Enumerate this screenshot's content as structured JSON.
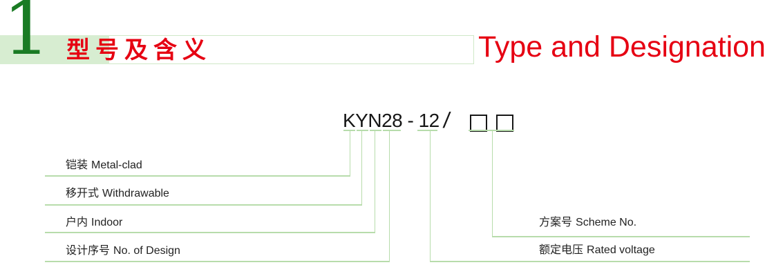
{
  "page": {
    "section_number": "1",
    "title_zh": "型号及含义",
    "title_en": "Type and Designation"
  },
  "designation": {
    "model": "KYN28 - 12",
    "separator": "/",
    "placeholder_box_count": 2
  },
  "labels": {
    "left": [
      {
        "zh": "铠装",
        "en": "Metal-clad"
      },
      {
        "zh": "移开式",
        "en": "Withdrawable"
      },
      {
        "zh": "户内",
        "en": "Indoor"
      },
      {
        "zh": "设计序号",
        "en": "No. of Design"
      }
    ],
    "right": [
      {
        "zh": "方案号",
        "en": "Scheme No."
      },
      {
        "zh": "额定电压",
        "en": "Rated voltage"
      }
    ]
  },
  "colors": {
    "accent_red": "#e60012",
    "dark_green": "#1a7b24",
    "light_green_fill": "#d7edd1",
    "header_border_green": "#cfe8c7",
    "connector_line_green": "#b7dcab",
    "text_black": "#161616"
  }
}
